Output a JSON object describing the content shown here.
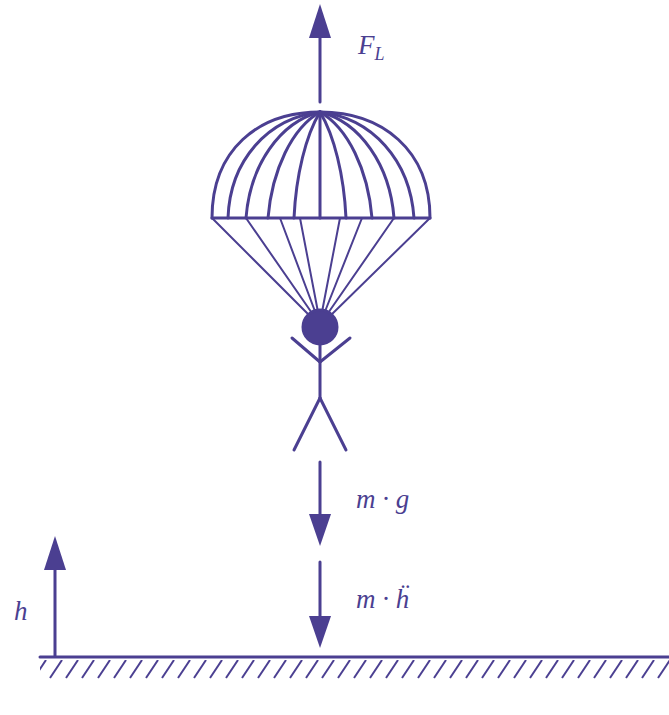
{
  "diagram": {
    "labels": [
      "FL",
      "m · g",
      "m · ḧ",
      "h"
    ]
  }
}
